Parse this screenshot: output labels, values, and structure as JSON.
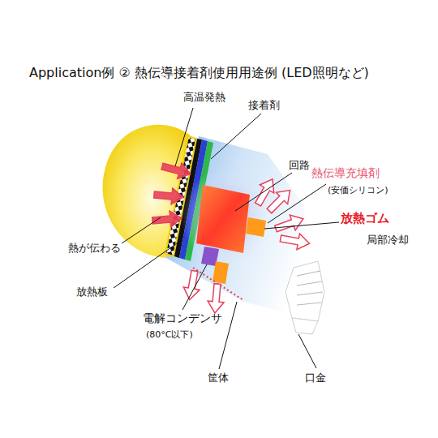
{
  "diagram": {
    "title": "Application例 ② 熱伝導接着剤使用用途例 (LED照明など)",
    "labels": [
      "高温発熱",
      "接着剤",
      "回路",
      "熱伝導充填剤",
      "(安価シリコン)",
      "放熱ゴム",
      "局部冷却",
      "熱が伝わる",
      "放熱板",
      "電解コンデンサ",
      "(80°C以下)",
      "筐体",
      "口金"
    ]
  }
}
